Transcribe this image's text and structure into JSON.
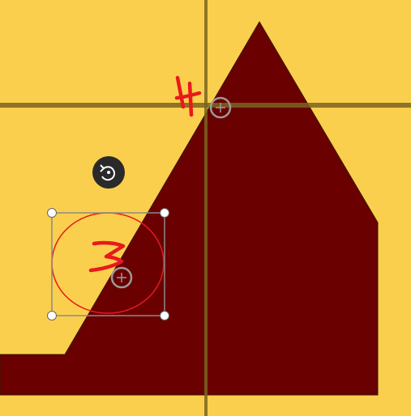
{
  "canvas": {
    "background_color": "#fbcf4e",
    "shape_color": "#6a0000",
    "guide_color": "#7a6420",
    "annotation_color": "#e8191c",
    "selection_color": "#8a8a8a"
  },
  "annotations": {
    "marker_3": "3",
    "marker_4": "4"
  },
  "controls": {
    "rotate_icon": "rotate-icon",
    "anchor_icon": "crosshair-anchor-icon",
    "handle_icon": "resize-handle"
  }
}
